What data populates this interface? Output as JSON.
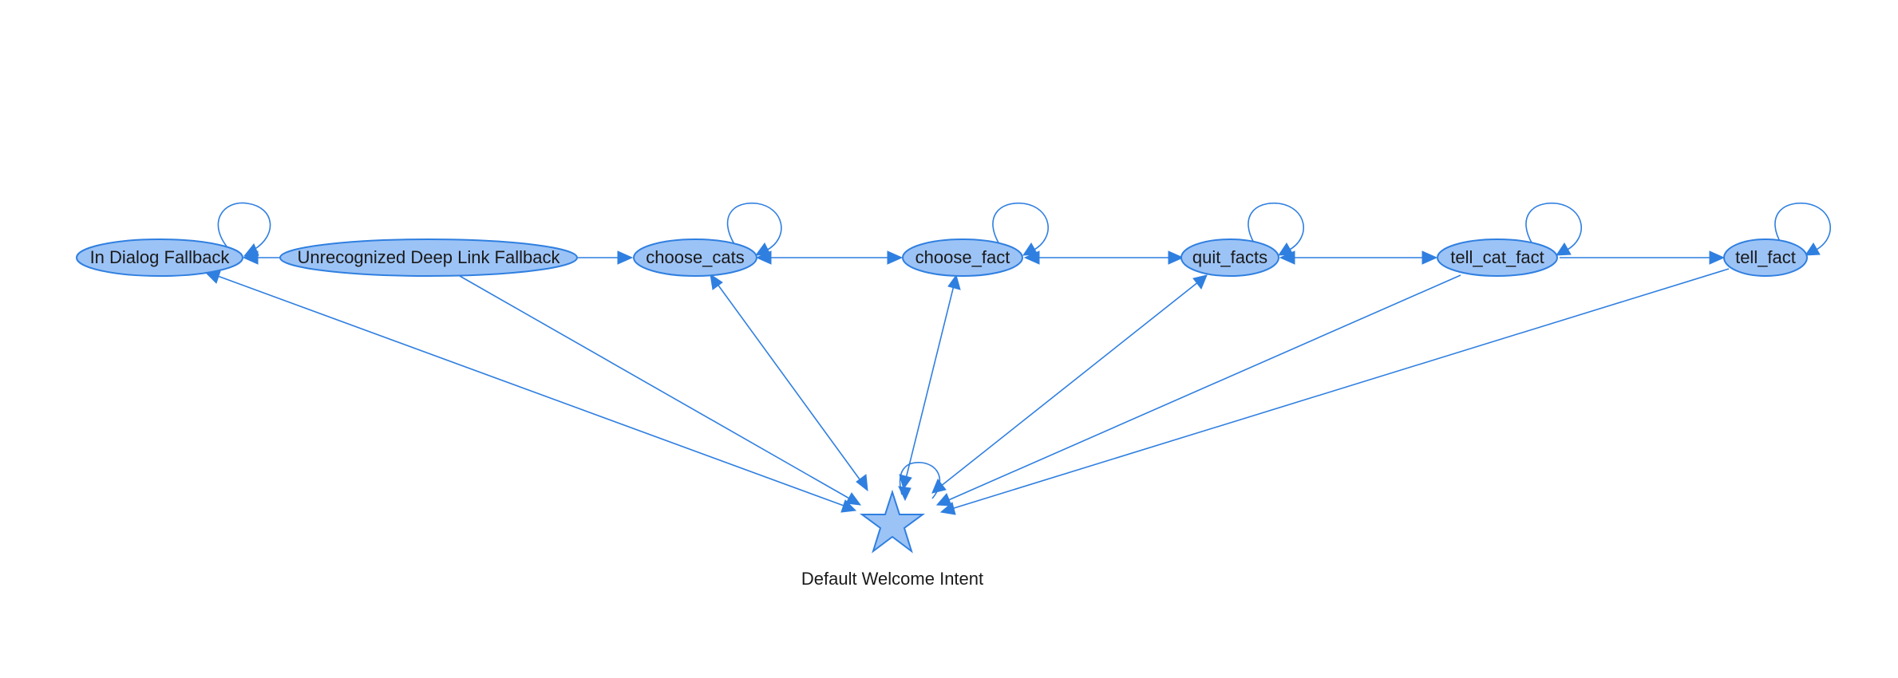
{
  "nodes": {
    "in_dialog_fallback": "In Dialog Fallback",
    "unrecognized_deep_link_fallback": "Unrecognized Deep Link Fallback",
    "choose_cats": "choose_cats",
    "choose_fact": "choose_fact",
    "quit_facts": "quit_facts",
    "tell_cat_fact": "tell_cat_fact",
    "tell_fact": "tell_fact",
    "default_welcome_intent": "Default Welcome Intent"
  },
  "edges": [
    {
      "from": "unrecognized_deep_link_fallback",
      "to": "in_dialog_fallback"
    },
    {
      "from": "unrecognized_deep_link_fallback",
      "to": "choose_cats"
    },
    {
      "from": "choose_cats",
      "to": "choose_fact",
      "bidirectional": true
    },
    {
      "from": "choose_fact",
      "to": "quit_facts",
      "bidirectional": true
    },
    {
      "from": "quit_facts",
      "to": "tell_cat_fact",
      "bidirectional": true
    },
    {
      "from": "tell_cat_fact",
      "to": "tell_fact"
    },
    {
      "from": "default_welcome_intent",
      "to": "in_dialog_fallback",
      "bidirectional": true
    },
    {
      "from": "unrecognized_deep_link_fallback",
      "to": "default_welcome_intent"
    },
    {
      "from": "default_welcome_intent",
      "to": "choose_cats",
      "bidirectional": true
    },
    {
      "from": "default_welcome_intent",
      "to": "choose_fact",
      "bidirectional": true
    },
    {
      "from": "default_welcome_intent",
      "to": "quit_facts",
      "bidirectional": true
    },
    {
      "from": "tell_cat_fact",
      "to": "default_welcome_intent"
    },
    {
      "from": "tell_fact",
      "to": "default_welcome_intent"
    }
  ],
  "self_loops": [
    "in_dialog_fallback",
    "choose_cats",
    "choose_fact",
    "quit_facts",
    "tell_cat_fact",
    "tell_fact",
    "default_welcome_intent"
  ],
  "colors": {
    "node_fill": "#9cc3f6",
    "node_stroke": "#2f7fe0",
    "edge": "#2f7fe0",
    "label": "#1a1a1a"
  }
}
